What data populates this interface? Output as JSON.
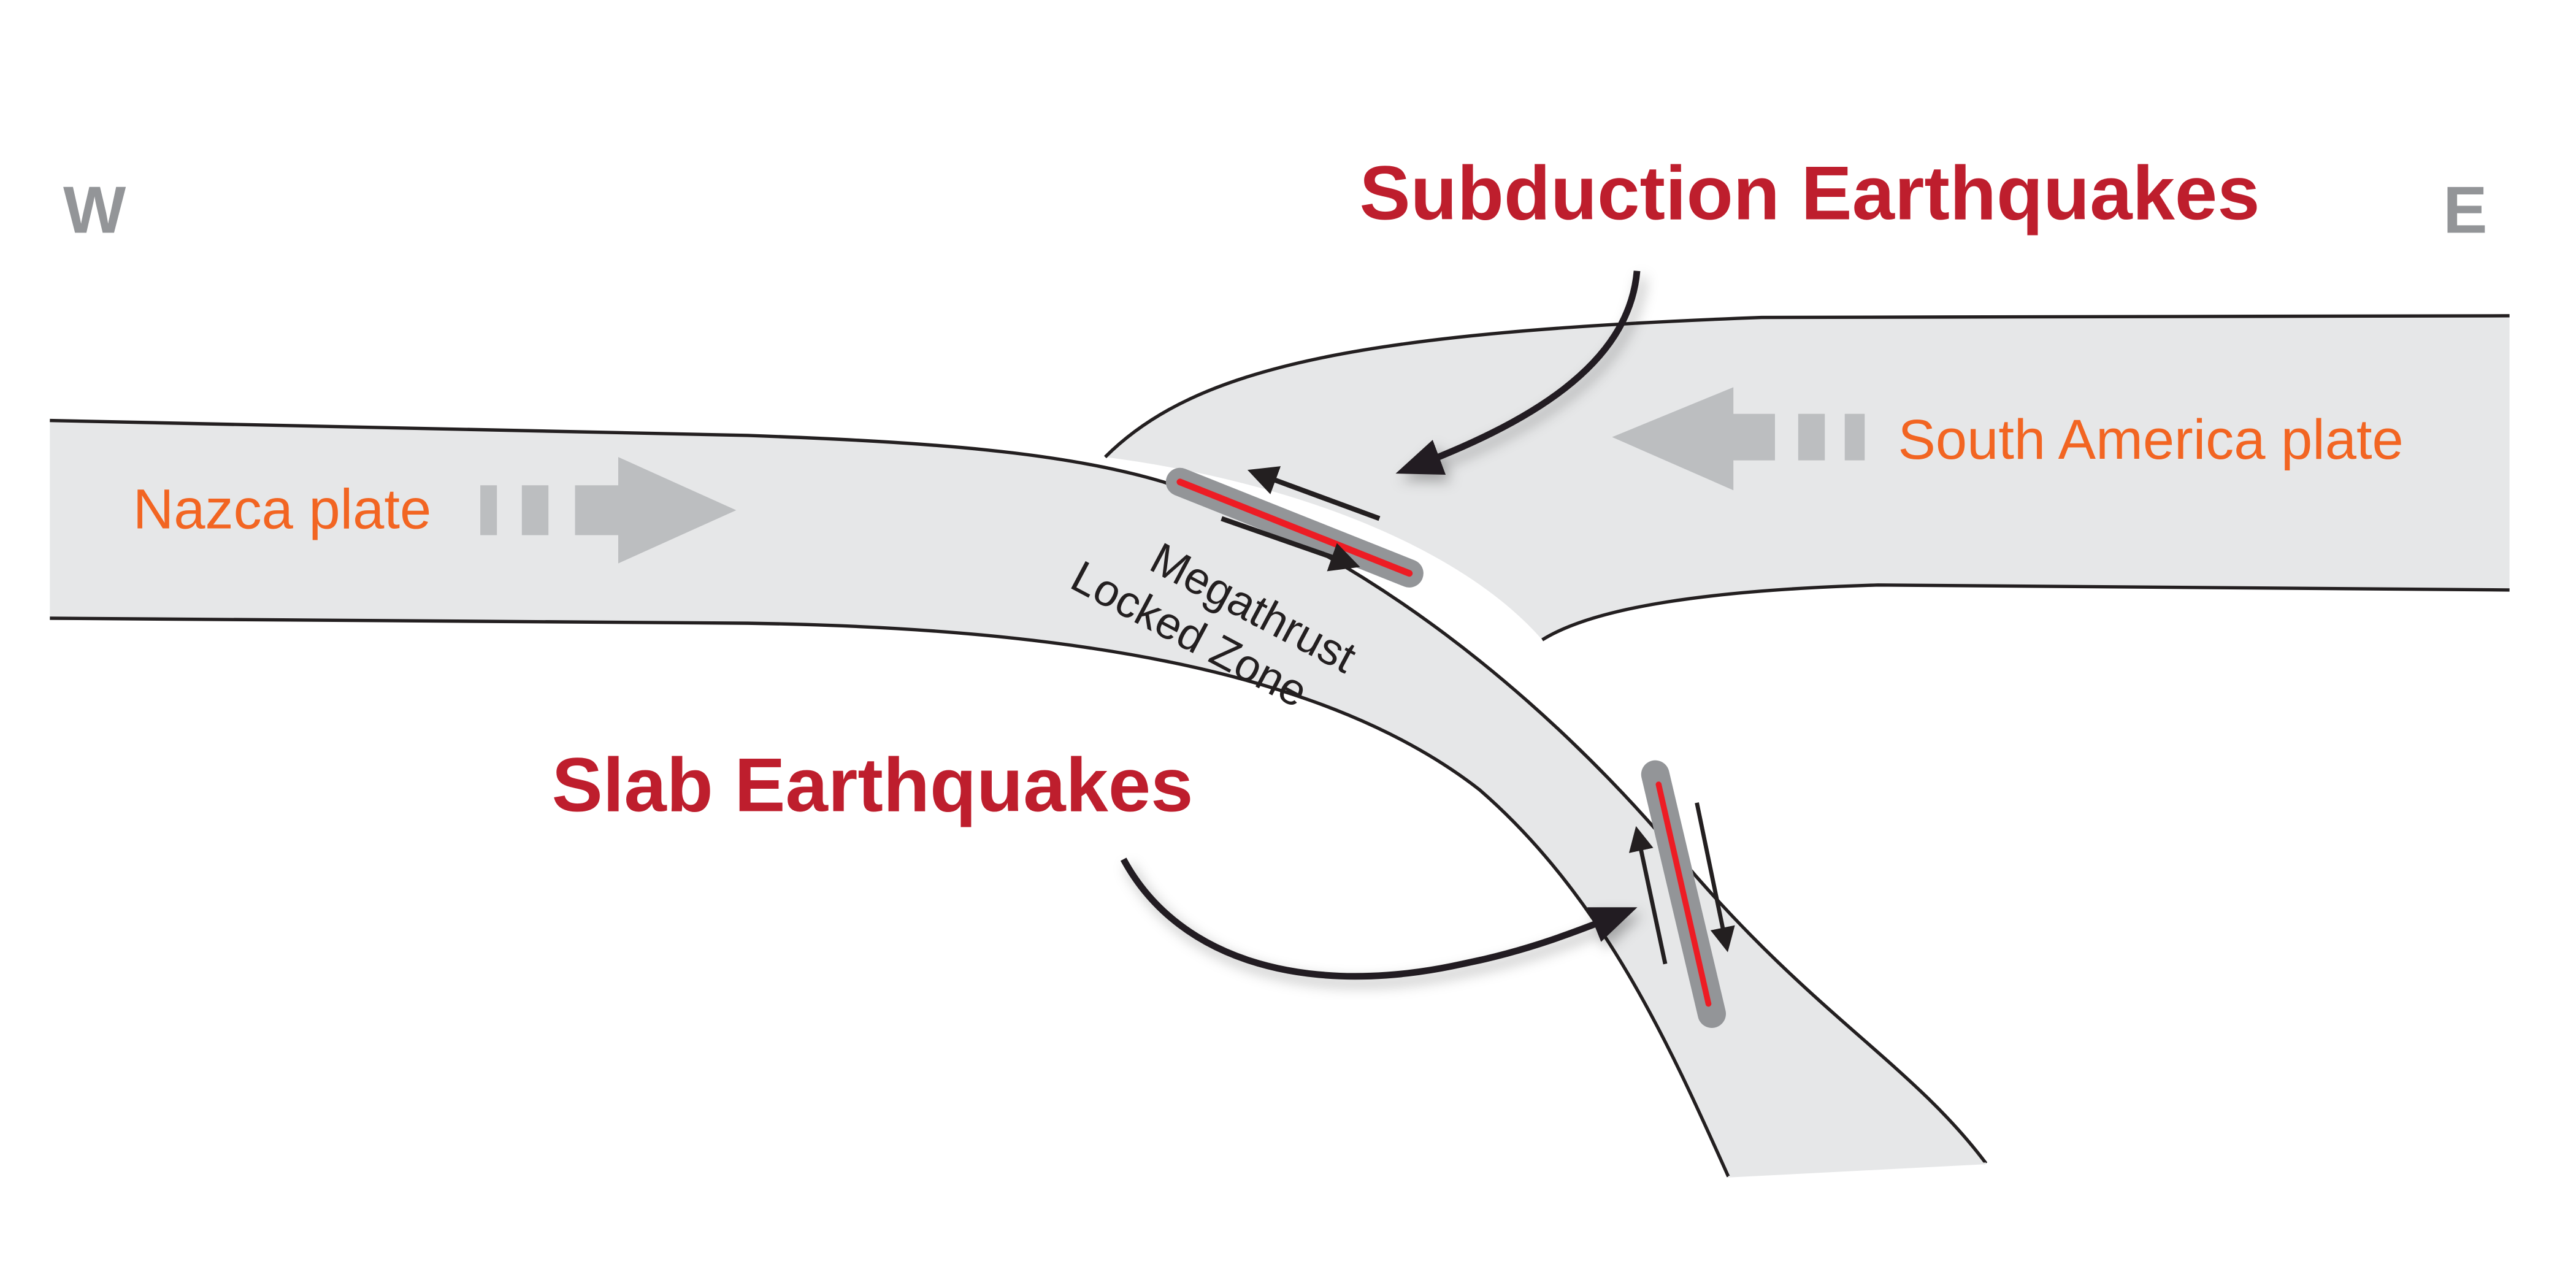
{
  "directions": {
    "west": "W",
    "east": "E"
  },
  "labels": {
    "subduction_earthquakes": "Subduction Earthquakes",
    "slab_earthquakes": "Slab Earthquakes",
    "nazca_plate": "Nazca plate",
    "south_america_plate": "South America plate",
    "megathrust_line1": "Megathrust",
    "megathrust_line2": "Locked Zone"
  },
  "colors": {
    "plate_fill": "#e6e7e8",
    "title_red": "#be1e2d",
    "plate_label_orange": "#f26522",
    "motion_arrow_gray": "#bcbec0",
    "fault_gray": "#939598",
    "fault_red": "#ed1c24"
  }
}
